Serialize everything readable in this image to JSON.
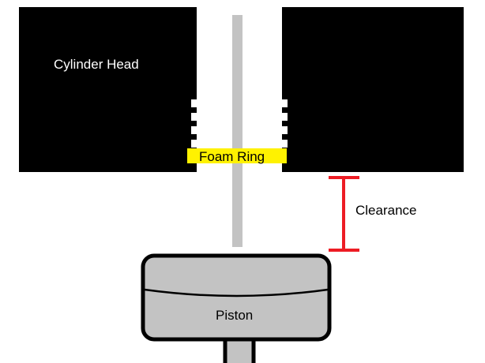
{
  "labels": {
    "cylinder_head": "Cylinder Head",
    "foam_ring": "Foam Ring",
    "clearance": "Clearance",
    "piston": "Piston"
  },
  "colors": {
    "head": "#000000",
    "rod": "#c3c3c3",
    "foam_ring": "#fff200",
    "clearance_marker": "#ed1c24",
    "piston_fill": "#c3c3c3",
    "piston_outline": "#000000",
    "background": "#ffffff"
  }
}
